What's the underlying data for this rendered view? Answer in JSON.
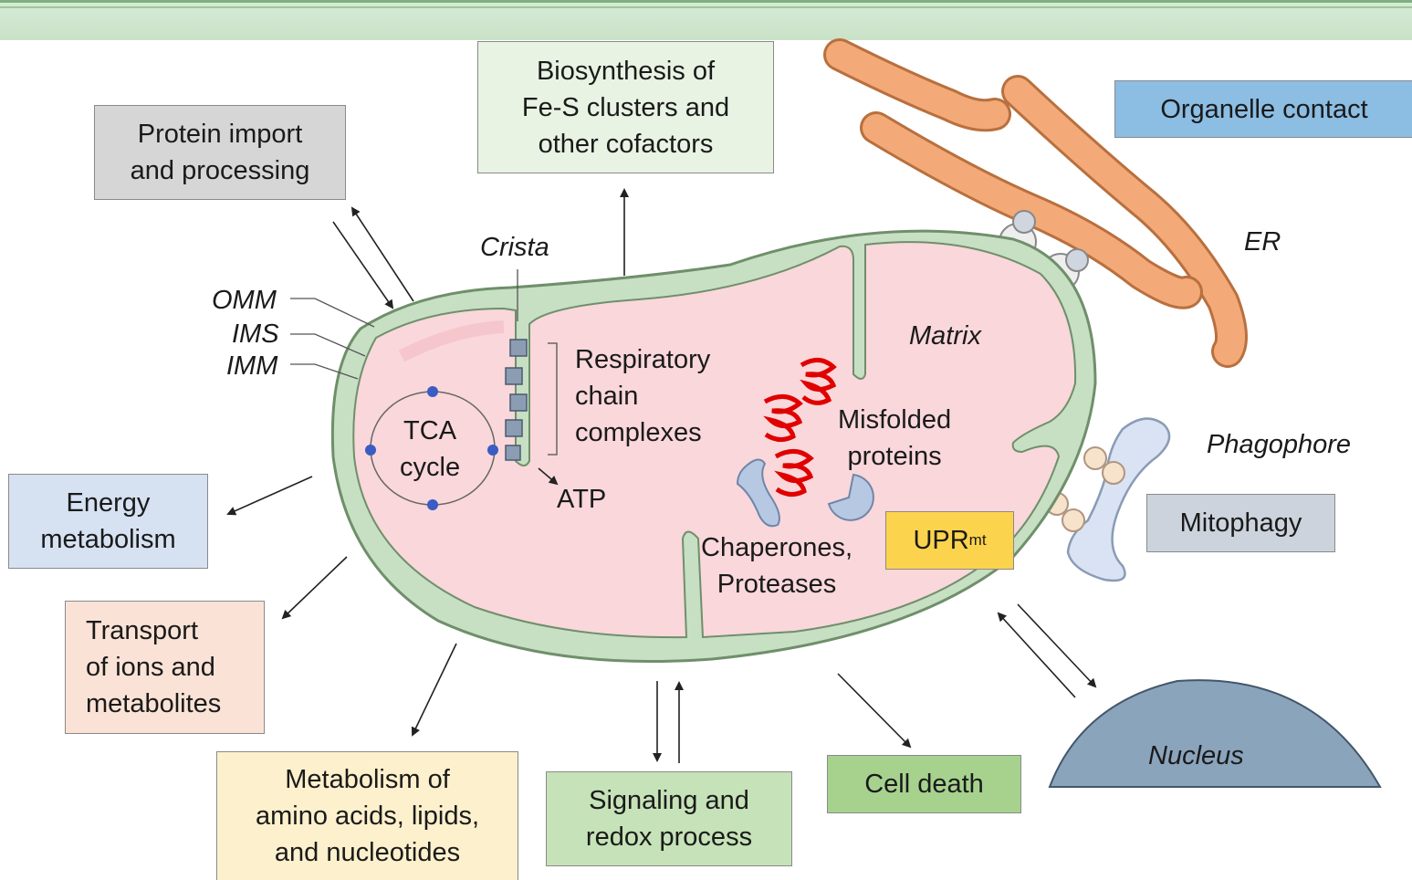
{
  "boxes": {
    "protein_import": {
      "text": "Protein import\nand processing",
      "color": "#d6d6d6"
    },
    "biosynthesis": {
      "text": "Biosynthesis of\nFe-S clusters and\nother cofactors",
      "color": "#e8f3e3"
    },
    "organelle_contact": {
      "text": "Organelle contact",
      "color": "#8cbde3"
    },
    "energy": {
      "text": "Energy\nmetabolism",
      "color": "#d6e1f2"
    },
    "transport": {
      "text": "Transport\nof ions and\nmetabolites",
      "color": "#fae3d6"
    },
    "metabolism": {
      "text": "Metabolism of\namino acids, lipids,\nand nucleotides",
      "color": "#fdf0cc"
    },
    "signaling": {
      "text": "Signaling and\nredox process",
      "color": "#c6e2b8"
    },
    "cell_death": {
      "text": "Cell death",
      "color": "#a6d28e"
    },
    "mitophagy": {
      "text": "Mitophagy",
      "color": "#ccd3dc"
    },
    "uprmt": {
      "text": "UPR",
      "sup": "mt",
      "color": "#fcd34d"
    }
  },
  "labels": {
    "crista": "Crista",
    "omm": "OMM",
    "ims": "IMS",
    "imm": "IMM",
    "tca": "TCA\ncycle",
    "respiratory": "Respiratory\nchain\ncomplexes",
    "atp": "ATP",
    "matrix": "Matrix",
    "misfolded": "Misfolded\nproteins",
    "chaperones": "Chaperones,\nProteases",
    "er": "ER",
    "phagophore": "Phagophore",
    "nucleus": "Nucleus"
  },
  "colors": {
    "membrane": "#c7dfc3",
    "matrix": "#f7c9cf",
    "er": "#f3a978",
    "phagophore": "#d9e3f3",
    "nucleus": "#6f8aa3",
    "misfolded": "#e00000",
    "complex": "#8c9db3"
  }
}
